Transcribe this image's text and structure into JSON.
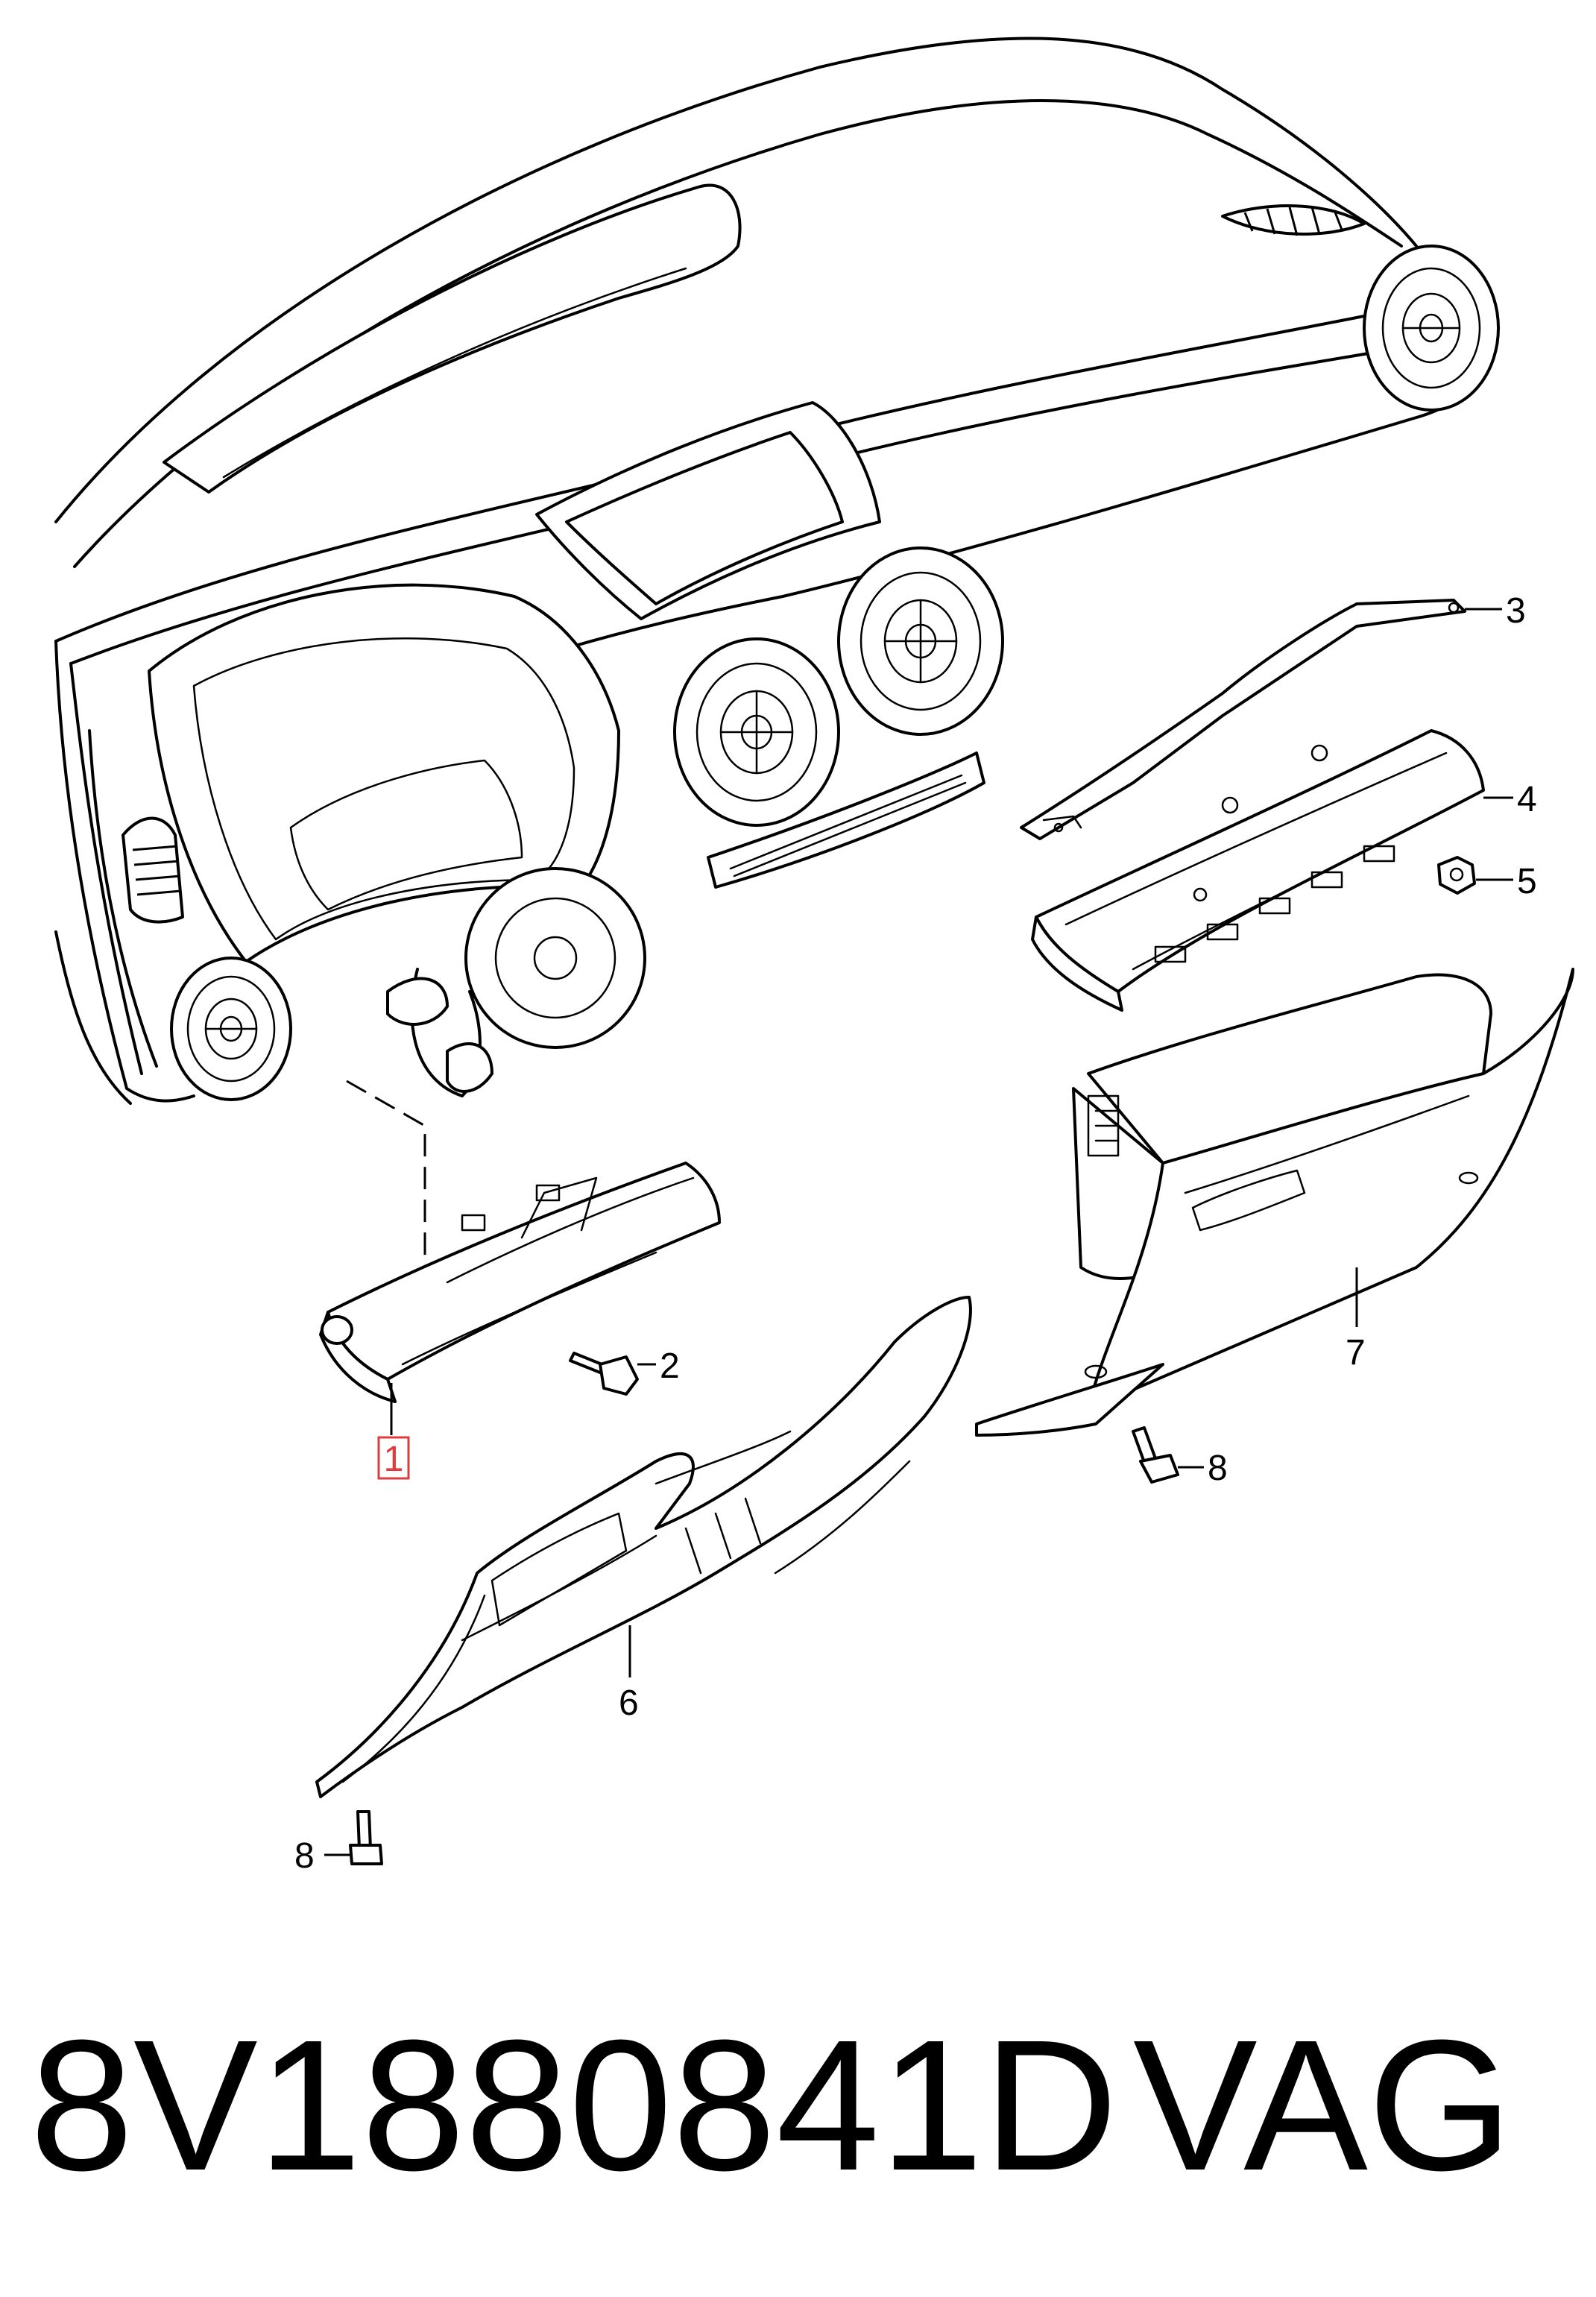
{
  "diagram": {
    "callouts": [
      {
        "id": "1",
        "label": "1",
        "highlighted": true
      },
      {
        "id": "2",
        "label": "2"
      },
      {
        "id": "3",
        "label": "3"
      },
      {
        "id": "4",
        "label": "4"
      },
      {
        "id": "5",
        "label": "5"
      },
      {
        "id": "6",
        "label": "6"
      },
      {
        "id": "7",
        "label": "7"
      },
      {
        "id": "8a",
        "label": "8"
      },
      {
        "id": "8b",
        "label": "8"
      }
    ],
    "highlight_color": "#e03b3b"
  },
  "footer": {
    "part_number": "8V1880841D",
    "brand": "VAG"
  }
}
